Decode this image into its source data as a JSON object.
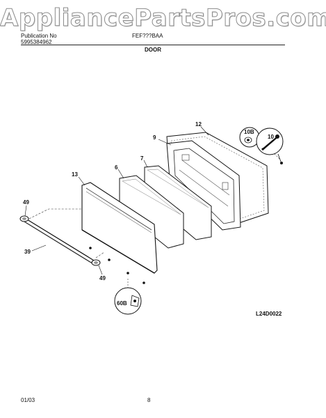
{
  "watermark": "AppliancePartsPros.com",
  "header": {
    "line1": "Publication No",
    "line2": "5995384962",
    "model": "FEF???BAA",
    "section": "DOOR"
  },
  "diagram": {
    "code": "L24D0022",
    "callouts": {
      "p12": "12",
      "p9": "9",
      "p7": "7",
      "p6": "6",
      "p13": "13",
      "p49a": "49",
      "p49b": "49",
      "p39": "39",
      "p10b": "10B",
      "p10": "10",
      "p60b": "60B"
    }
  },
  "footer": {
    "date": "01/03",
    "page": "8"
  }
}
